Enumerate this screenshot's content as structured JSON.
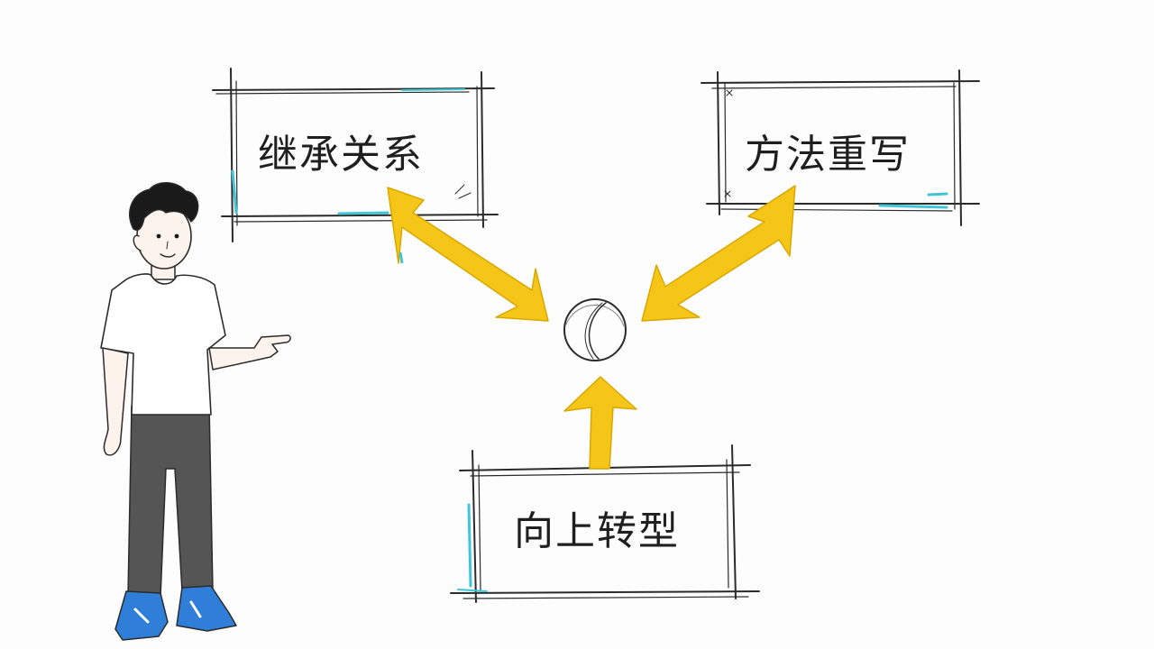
{
  "diagram": {
    "boxes": [
      {
        "id": "inheritance",
        "label": "继承关系"
      },
      {
        "id": "override",
        "label": "方法重写"
      },
      {
        "id": "upcast",
        "label": "向上转型"
      }
    ],
    "center_node": {
      "shape": "circle",
      "label": ""
    },
    "arrows": [
      {
        "from": "inheritance",
        "to": "center",
        "style": "double-headed"
      },
      {
        "from": "override",
        "to": "center",
        "style": "double-headed"
      },
      {
        "from": "upcast",
        "to": "center",
        "style": "single-headed"
      }
    ],
    "colors": {
      "arrow_fill": "#f5c518",
      "arrow_stroke": "#d9a800",
      "box_stroke": "#2b2b2b",
      "box_accent": "#3ec6d6",
      "shirt": "#ffffff",
      "pants": "#555555",
      "shoes": "#2f7fd8",
      "hair": "#1a1a1a",
      "skin": "#fbf3ec"
    },
    "presenter": {
      "description_icon": "person-pointing-icon"
    }
  }
}
